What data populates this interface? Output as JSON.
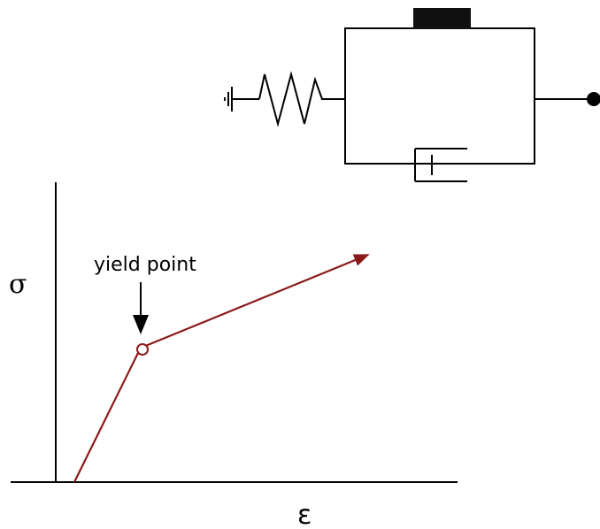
{
  "diagram": {
    "y_axis_label": "σ",
    "x_axis_label": "ε",
    "annotation": "yield point",
    "colors": {
      "line": "#000000",
      "curve": "#8b1a1a",
      "slider_block": "#111111",
      "terminal_dot": "#000000",
      "background": "#ffffff"
    },
    "mechanical_model": {
      "elements": [
        "ground",
        "spring",
        "friction-slider",
        "dashpot",
        "terminal"
      ]
    }
  }
}
